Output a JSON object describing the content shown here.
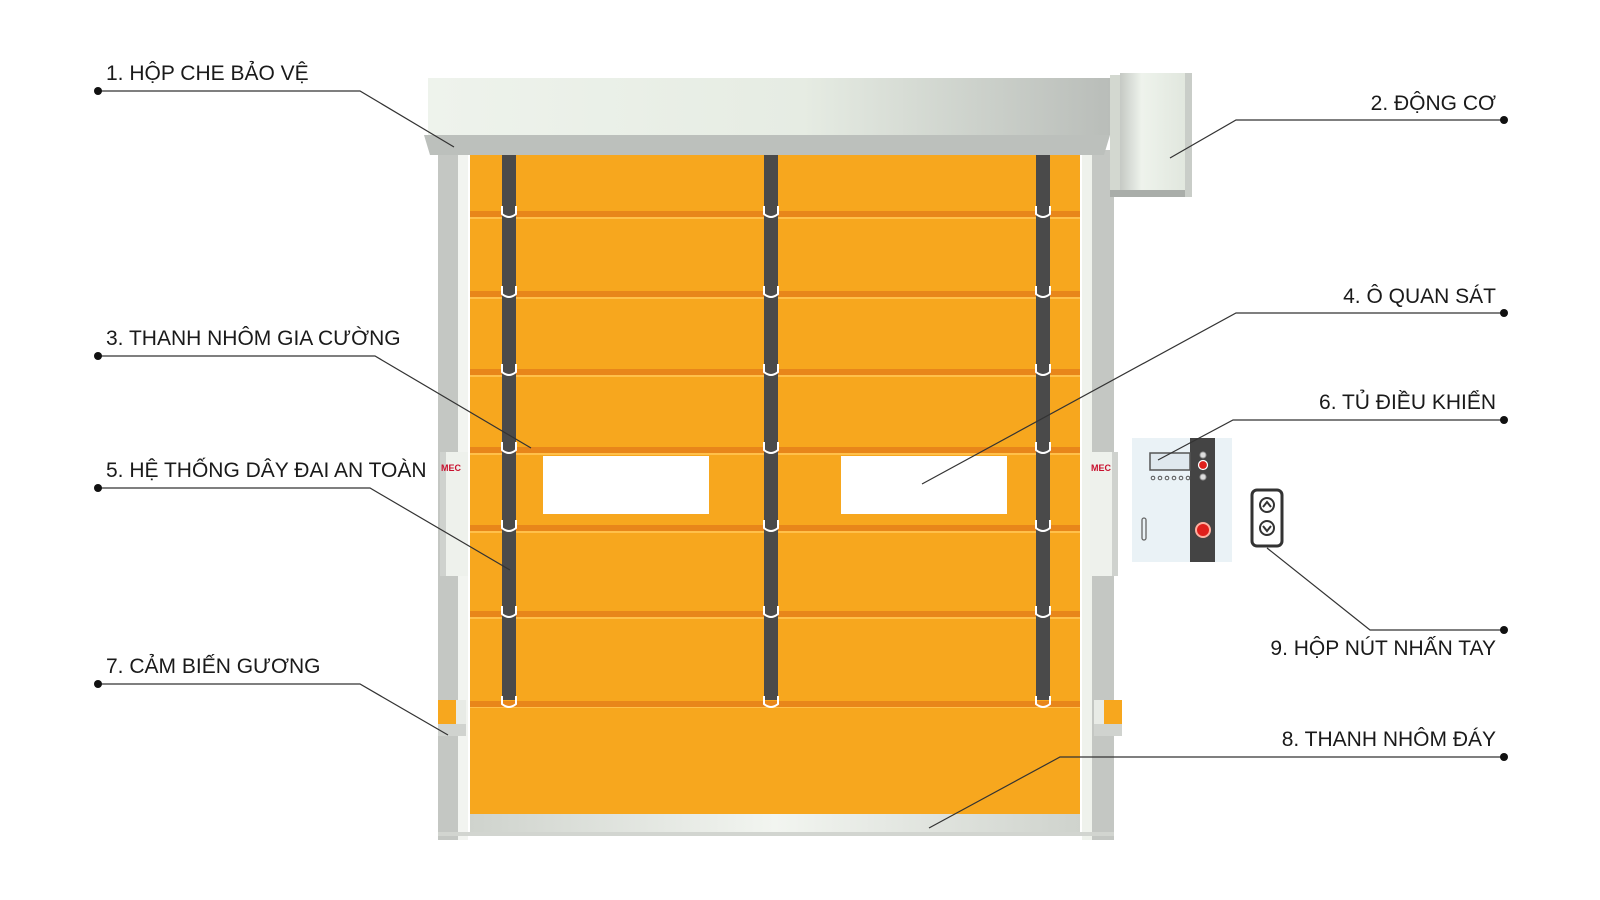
{
  "brand": {
    "logo_text": "MEC"
  },
  "callouts": [
    {
      "id": "protective-cover",
      "label": "1. HỘP CHE BẢO VỆ"
    },
    {
      "id": "motor",
      "label": "2. ĐỘNG CƠ"
    },
    {
      "id": "aluminum-reinforcement-bar",
      "label": "3. THANH NHÔM GIA CƯỜNG"
    },
    {
      "id": "viewing-window",
      "label": "4. Ô QUAN SÁT"
    },
    {
      "id": "safety-belt-system",
      "label": "5. HỆ THỐNG DÂY ĐAI AN TOÀN"
    },
    {
      "id": "control-cabinet",
      "label": "6. TỦ ĐIỀU KHIỂN"
    },
    {
      "id": "mirror-sensor",
      "label": "7. CẢM BIẾN GƯƠNG"
    },
    {
      "id": "bottom-aluminum-bar",
      "label": "8. THANH NHÔM ĐÁY"
    },
    {
      "id": "push-button-box",
      "label": "9. HỘP NÚT NHẤN TAY"
    }
  ],
  "colors": {
    "curtain": "#F7A71E",
    "curtain_seam": "#E8861A",
    "belt": "#4a4a4a",
    "frame": "#d8dcd6",
    "cover": "#bfc3bf",
    "window": "#ffffff",
    "leader": "#333333",
    "button_red": "#e0201c"
  }
}
